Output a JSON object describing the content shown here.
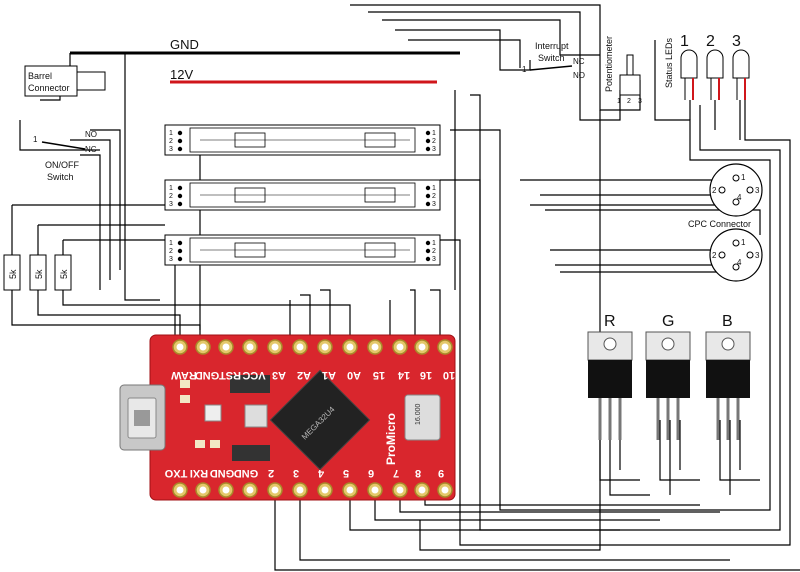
{
  "labels": {
    "gnd": "GND",
    "v12": "12V",
    "barrel": "Barrel\nConnector",
    "onoff": "ON/OFF\nSwitch",
    "interrupt": "Interrupt\nSwitch",
    "potentiometer": "Potentiometer",
    "status_leds": "Status LEDs",
    "cpc": "CPC Connector",
    "nc": "NC",
    "no": "NO",
    "one": "1",
    "led1": "1",
    "led2": "2",
    "led3": "3",
    "pot_pins": [
      "1",
      "2",
      "3"
    ],
    "resistor": "5k",
    "transistors": [
      "R",
      "G",
      "B"
    ],
    "promicro_text": "ProMicro",
    "chip_text": "MEGA32U4",
    "crystal_text": "16.000"
  },
  "pins_top": [
    "RAW",
    "GND",
    "RST",
    "VCC",
    "A3",
    "A2",
    "A1",
    "A0",
    "15",
    "14",
    "16",
    "10"
  ],
  "pins_bottom": [
    "TXO",
    "RXI",
    "GND",
    "GND",
    "2",
    "3",
    "4",
    "5",
    "6",
    "7",
    "8",
    "9"
  ],
  "module_pins": [
    "1",
    "2",
    "3"
  ],
  "colors": {
    "board_red": "#d9262d",
    "wire_12v": "#d0161b",
    "wire_gnd": "#000000"
  }
}
